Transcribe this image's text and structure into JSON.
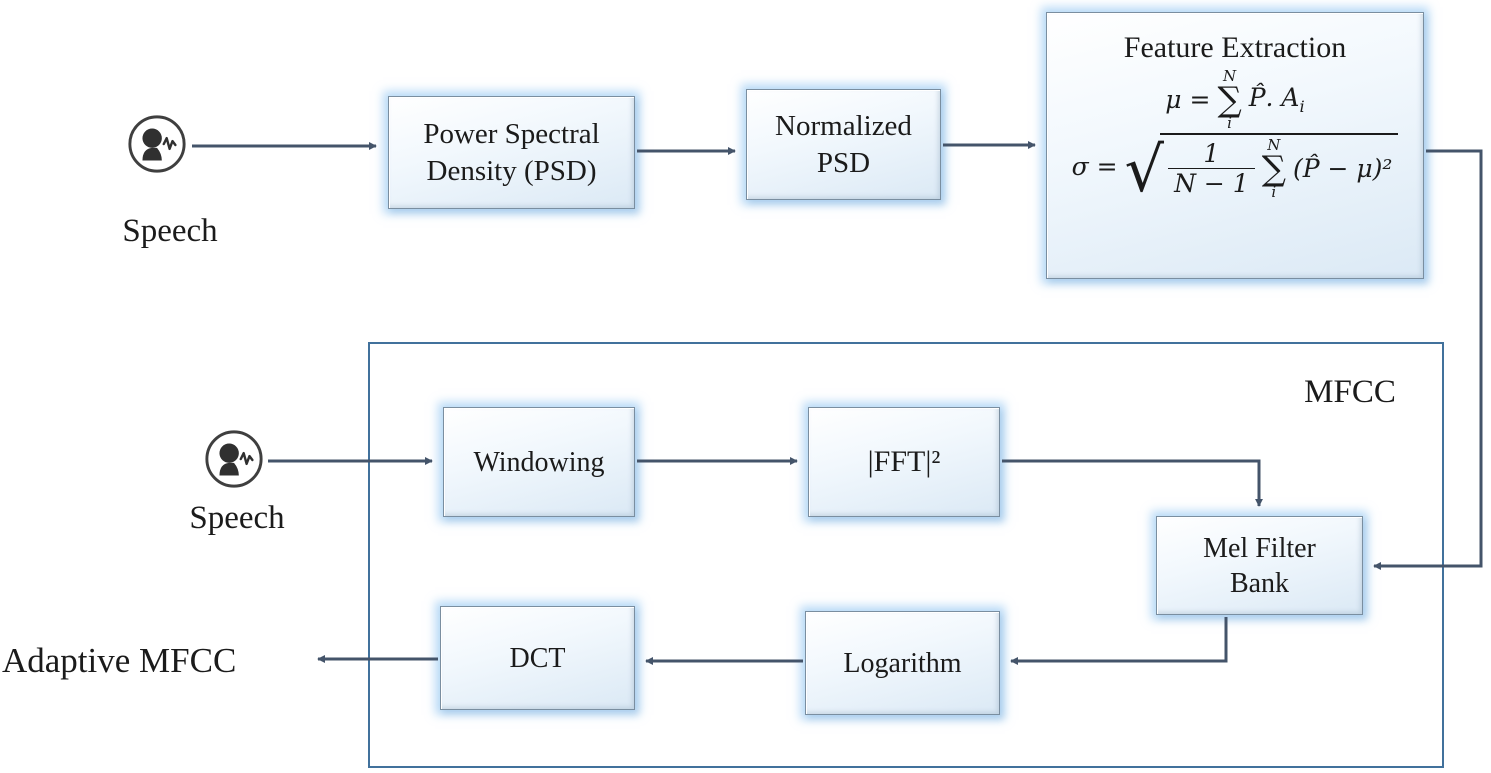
{
  "labels": {
    "speech_top": "Speech",
    "speech_bottom": "Speech",
    "psd": "Power Spectral Density (PSD)",
    "normalized_psd": "Normalized PSD",
    "feature_title": "Feature Extraction",
    "mfcc": "MFCC",
    "windowing": "Windowing",
    "fft": "|FFT|²",
    "mel_filter_bank": "Mel Filter Bank",
    "logarithm": "Logarithm",
    "dct": "DCT",
    "adaptive_mfcc": "Adaptive MFCC"
  },
  "formulas": {
    "mu_lhs": "μ =",
    "mu_sum_top": "N",
    "mu_sum_bot": "i",
    "mu_expr_main": "P̂. A",
    "mu_expr_sub": "i",
    "sigma_lhs": "σ =",
    "sigma_frac_num": "1",
    "sigma_frac_den": "N − 1",
    "sigma_sum_top": "N",
    "sigma_sum_bot": "i",
    "sigma_expr": "(P̂ − μ)²"
  },
  "icons": {
    "speech": "speaker-head-with-sound-wave"
  },
  "colors": {
    "arrow": "#44546A",
    "box_border": "#7A8EA0",
    "container_border": "#41719C",
    "text": "#1B1B1B"
  }
}
